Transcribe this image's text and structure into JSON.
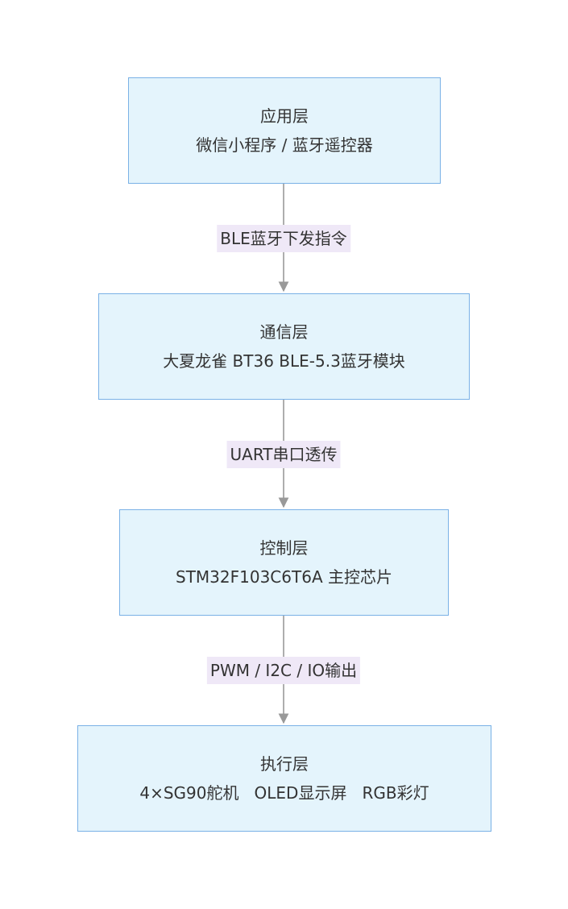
{
  "layers": [
    {
      "title": "应用层",
      "subtitle": "微信小程序 / 蓝牙遥控器"
    },
    {
      "title": "通信层",
      "subtitle": "大夏龙雀 BT36 BLE-5.3蓝牙模块"
    },
    {
      "title": "控制层",
      "subtitle": "STM32F103C6T6A 主控芯片"
    },
    {
      "title": "执行层",
      "subtitle": "4×SG90舵机   OLED显示屏   RGB彩灯"
    }
  ],
  "edges": [
    {
      "label": "BLE蓝牙下发指令"
    },
    {
      "label": "UART串口透传"
    },
    {
      "label": "PWM / I2C / IO输出"
    }
  ],
  "colors": {
    "node_fill": "#e4f4fc",
    "node_border": "#7ab1e6",
    "edge_line": "#999999",
    "label_bg": "#efe8f7"
  }
}
